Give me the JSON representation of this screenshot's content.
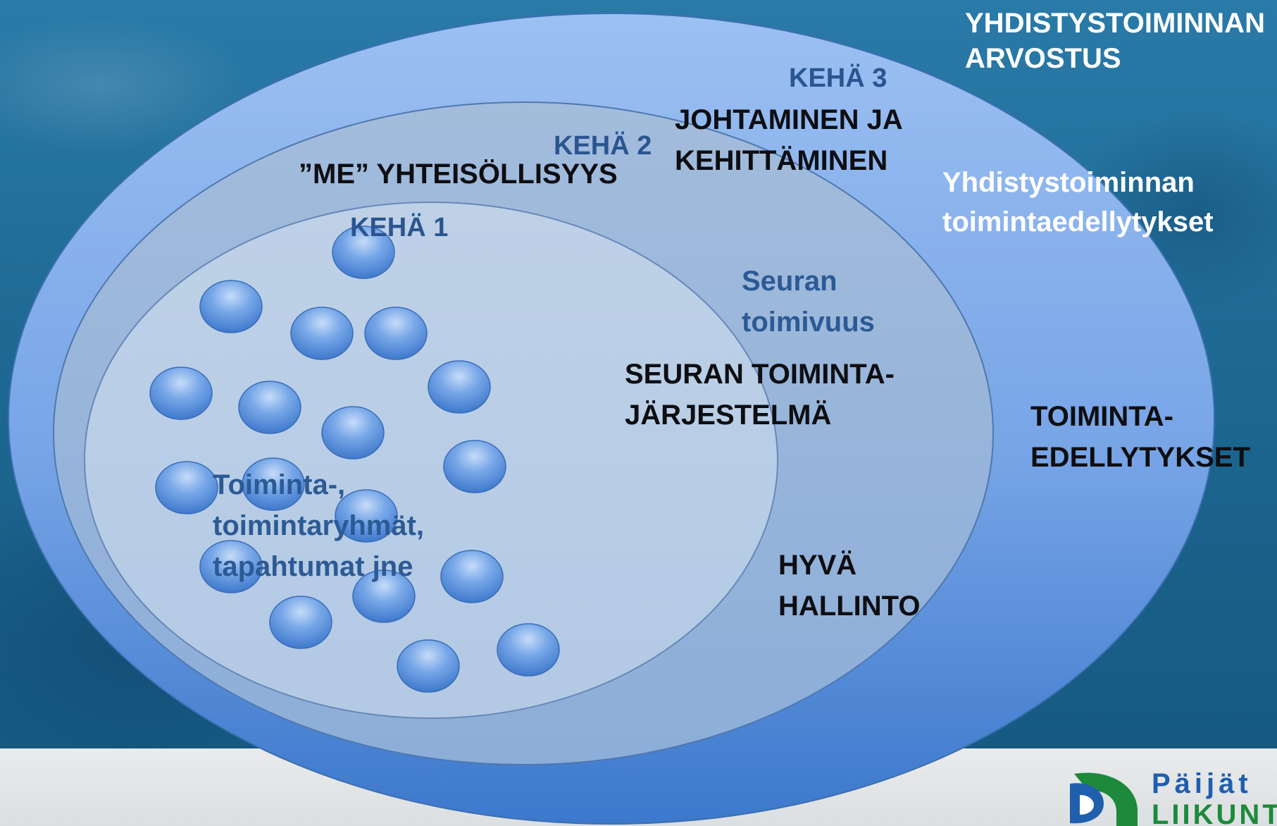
{
  "title": "YHDISTYSTOIMINNAN\nARVOSTUS",
  "rings": {
    "outer_label": "KEHÄ 3",
    "middle_label": "KEHÄ 2",
    "inner_label": "KEHÄ 1"
  },
  "texts": {
    "johtaminen": "JOHTAMINEN JA\nKEHITTÄMINEN",
    "me_yhteisollisyys": "”ME” YHTEISÖLLISYYS",
    "yhdistys_edellytykset": "Yhdistystoiminnan\ntoimintaedellytykset",
    "seuran_toimivuus": "Seuran\ntoimivuus",
    "toimintajarjestelma": "SEURAN TOIMINTA-\nJÄRJESTELMÄ",
    "toimintaedellytykset": "TOIMINTA-\nEDELLYTYKSET",
    "toimintaryhmat": "Toiminta-,\ntoimintaryhmät,\ntapahtumat jne",
    "hyva_hallinto": "HYVÄ\nHALLINTO"
  },
  "logo": {
    "line1": "Päijät",
    "line2": "LIIKUNTA"
  },
  "colors": {
    "outer_ellipse": "#4a86d4",
    "middle_ellipse": "#93b3da",
    "inner_ellipse": "#b8cde5",
    "bubble": "#5c93de"
  }
}
